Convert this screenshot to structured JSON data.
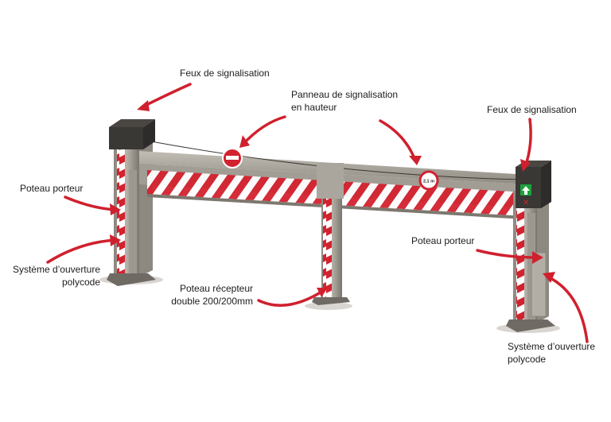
{
  "labels": {
    "feux_left": "Feux de signalisation",
    "panneau_line1": "Panneau de signalisation",
    "panneau_line2": "en hauteur",
    "feux_right": "Feux de signalisation",
    "poteau_porteur_left": "Poteau porteur",
    "systeme_left_line1": "Système d’ouverture",
    "systeme_left_line2": "polycode",
    "poteau_recepteur_line1": "Poteau récepteur",
    "poteau_recepteur_line2": "double 200/200mm",
    "poteau_porteur_right": "Poteau porteur",
    "systeme_right_line1": "Système d’ouverture",
    "systeme_right_line2": "polycode"
  },
  "signs": {
    "height_sign_text": "2,1 m"
  },
  "colors": {
    "arrow_red": "#d0202e",
    "stripe_red": "#d3222f",
    "steel_light": "#a9a49c",
    "steel_dark": "#6f6a63",
    "light_green": "#1ba33a"
  }
}
